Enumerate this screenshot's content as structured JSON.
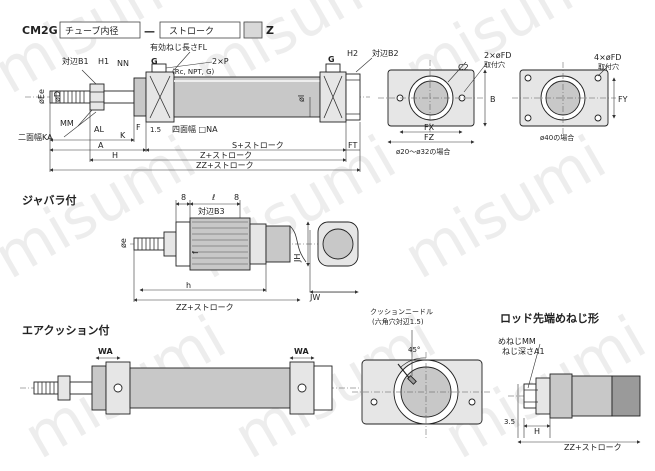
{
  "header": {
    "model": "CM2G",
    "tube_bore": "チューブ内径",
    "dash": "—",
    "stroke": "ストローク",
    "suffix": "Z"
  },
  "watermark": "misumi",
  "main_view": {
    "effective_thread_length": "有効ねじ長さFL",
    "port": "2×P",
    "port_note": "(Rc, NPT, G)",
    "across_flats_b1": "対辺B1",
    "across_flats_b2": "対辺B2",
    "h1": "H1",
    "h2": "H2",
    "nn": "NN",
    "g_left": "G",
    "g_right": "G",
    "ee": "øEe",
    "dd": "øD",
    "i_dim": "øI",
    "mm": "MM",
    "al": "AL",
    "ka": "二面幅KA",
    "a": "A",
    "k": "K",
    "f": "F",
    "h": "H",
    "dim_15": "1.5",
    "na": "四面幅 □NA",
    "s": "S+ストローク",
    "z": "Z+ストローク",
    "zz": "ZZ+ストローク",
    "ft": "FT"
  },
  "flange_views": {
    "c2": "C2",
    "fd_2": "2×øFD",
    "fd_4": "4×øFD",
    "mount_hole": "取付穴",
    "fx": "FX",
    "fz": "FZ",
    "fy": "FY",
    "b": "B",
    "note_20_32": "ø20～ø32の場合",
    "note_40": "ø40の場合"
  },
  "bellows": {
    "title": "ジャバラ付",
    "dim_8": "8",
    "l": "ℓ",
    "dim_8b": "8",
    "across_b3": "対辺B3",
    "e": "øe",
    "f": "f",
    "h": "h",
    "zz": "ZZ+ストローク",
    "jh": "JH",
    "jw": "JW"
  },
  "air_cushion": {
    "title": "エアクッション付",
    "wa_left": "WA",
    "wa_right": "WA",
    "needle": "クッションニードル",
    "needle_note": "(六角穴対辺1.5)",
    "angle": "45°"
  },
  "rod_end": {
    "title": "ロッド先端めねじ形",
    "female_thread": "めねじMM",
    "thread_depth": "ねじ深さA1",
    "dim_35": "3.5",
    "h": "H",
    "zz": "ZZ+ストローク"
  }
}
